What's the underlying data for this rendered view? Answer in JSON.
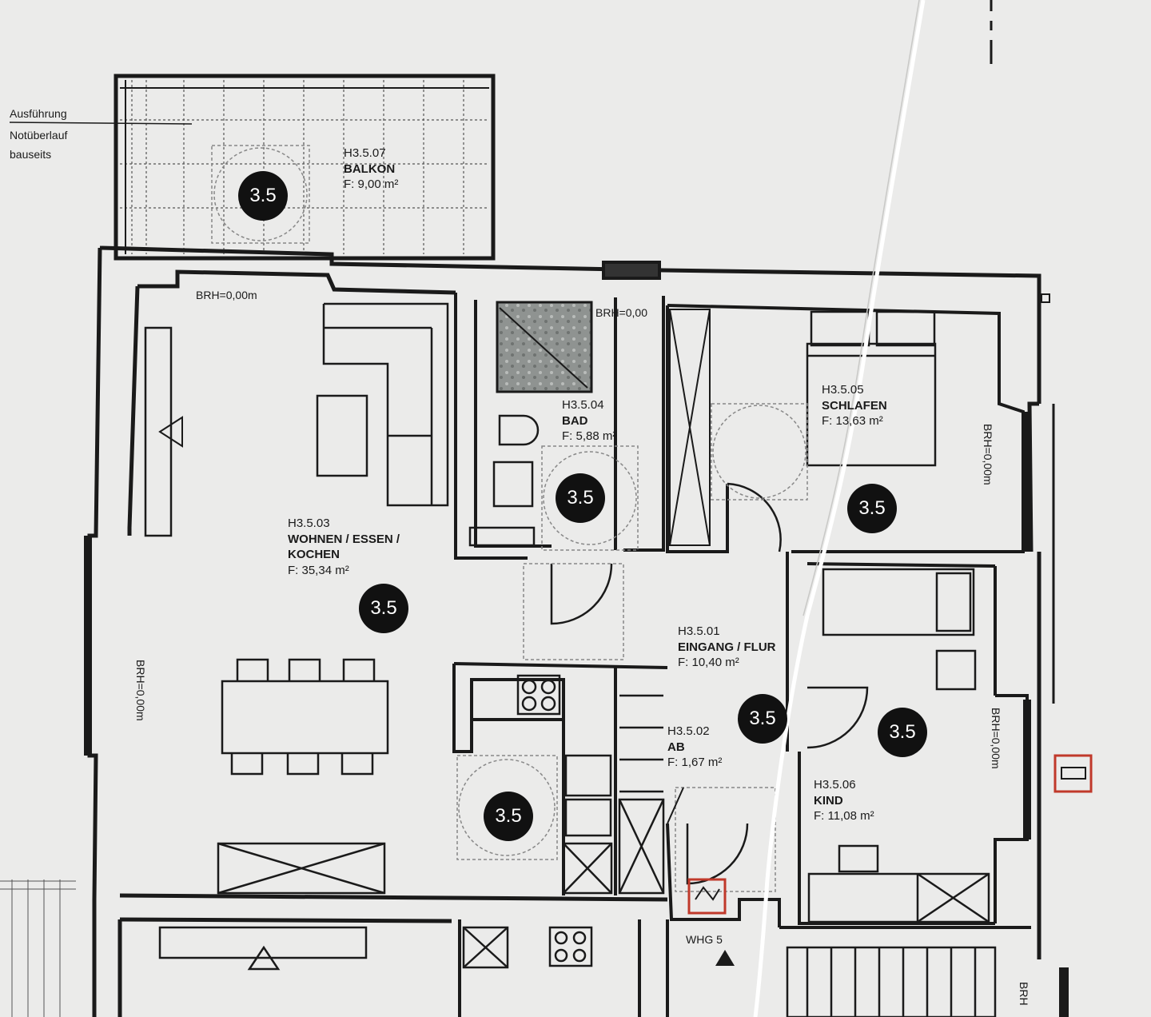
{
  "note": {
    "line1": "Ausführung",
    "line2": "Notüberlauf",
    "line3": "bauseits"
  },
  "rooms": {
    "balkon": {
      "code": "H3.5.07",
      "name": "BALKON",
      "area": "F: 9,00 m²"
    },
    "wohnen": {
      "code": "H3.5.03",
      "name1": "WOHNEN / ESSEN /",
      "name2": "KOCHEN",
      "area": "F: 35,34 m²"
    },
    "bad": {
      "code": "H3.5.04",
      "name": "BAD",
      "area": "F: 5,88 m²"
    },
    "schlafen": {
      "code": "H3.5.05",
      "name": "SCHLAFEN",
      "area": "F: 13,63 m²"
    },
    "eingang": {
      "code": "H3.5.01",
      "name": "EINGANG / FLUR",
      "area": "F: 10,40 m²"
    },
    "ab": {
      "code": "H3.5.02",
      "name": "AB",
      "area": "F: 1,67 m²"
    },
    "kind": {
      "code": "H3.5.06",
      "name": "KIND",
      "area": "F: 11,08 m²"
    }
  },
  "brh": {
    "top_wohnen": "BRH=0,00m",
    "top_bad": "BRH=0,00",
    "west_wall": "BRH=0,00m",
    "east_schlafen": "BRH=0,00m",
    "east_kind": "BRH=0,00m",
    "east_bottom": "BRH"
  },
  "badge_text": "3.5",
  "stair_label": "WHG 5",
  "colors": {
    "line": "#1a1a1a",
    "paper": "#ebebea",
    "badge": "#111111",
    "hatch": "#9a9a9a",
    "red": "#c0392b"
  }
}
